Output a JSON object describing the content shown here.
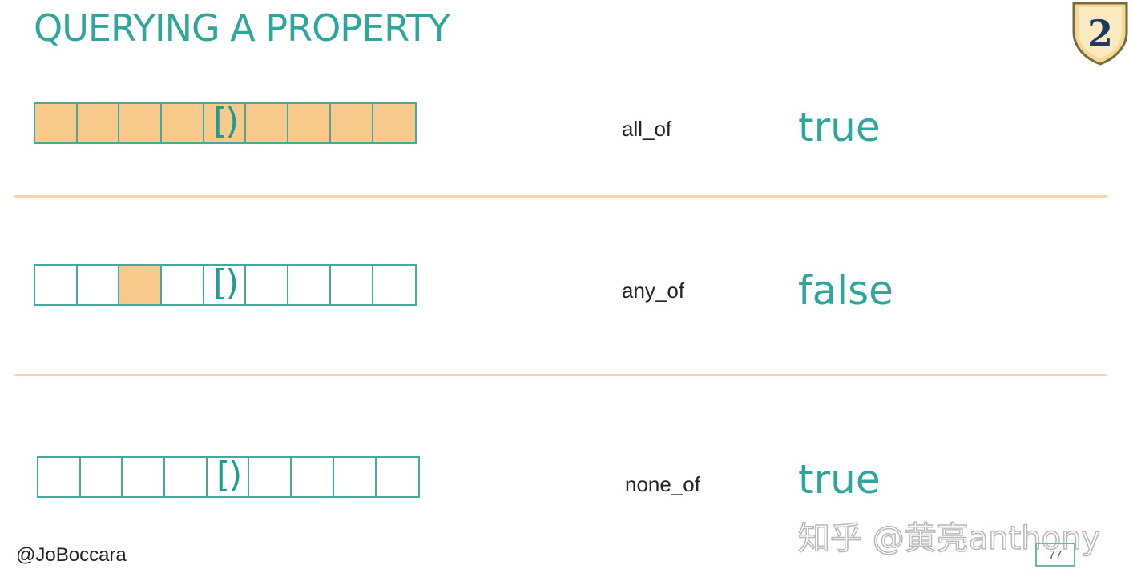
{
  "slide": {
    "title": "QUERYING A PROPERTY",
    "logo_icon": "shield-logo-icon",
    "logo_glyph": "2",
    "colors": {
      "accent": "#2fa59b",
      "cell_border": "#47a89c",
      "cell_fill": "#f7c98a",
      "separator": "#f8d4b0"
    },
    "rows": [
      {
        "algorithm": "all_of",
        "result": "true",
        "cells": [
          true,
          true,
          true,
          true,
          true,
          true,
          true,
          true,
          true
        ],
        "cursor": "[)"
      },
      {
        "algorithm": "any_of",
        "result": "false",
        "cells": [
          false,
          false,
          true,
          false,
          false,
          false,
          false,
          false,
          false
        ],
        "cursor": "[)"
      },
      {
        "algorithm": "none_of",
        "result": "true",
        "cells": [
          false,
          false,
          false,
          false,
          false,
          false,
          false,
          false,
          false
        ],
        "cursor": "[)"
      }
    ],
    "footer": {
      "handle": "@JoBoccara",
      "page_number": "77"
    },
    "watermark": "知乎 @黄亮anthony"
  }
}
